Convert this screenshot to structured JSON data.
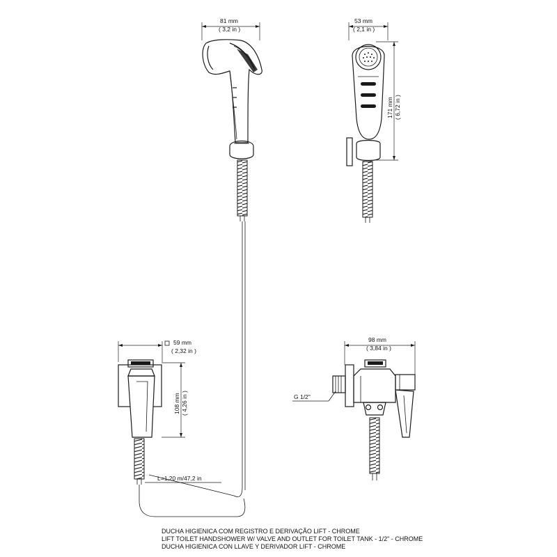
{
  "dimensions": {
    "top_left_width_mm": "81 mm",
    "top_left_width_in": "( 3,2 in )",
    "top_right_width_mm": "53 mm",
    "top_right_width_in": "( 2,1 in )",
    "top_right_height_mm": "171 mm",
    "top_right_height_in": "( 6,72 in )",
    "bottom_left_width_mm": "59 mm",
    "bottom_left_width_in": "( 2,32 in )",
    "bottom_left_height_mm": "108 mm",
    "bottom_left_height_in": "( 4,26 in )",
    "bottom_right_width_mm": "98 mm",
    "bottom_right_width_in": "( 3,84 in )",
    "thread_label": "G 1/2\"",
    "hose_length": "L=1,20 m/47,2 in"
  },
  "caption": {
    "line1": "DUCHA HIGIENICA COM REGISTRO E DERIVAÇÃO LIFT - CHROME",
    "line2": "LIFT TOILET HANDSHOWER W/ VALVE AND OUTLET FOR TOILET TANK - 1/2\" - CHROME",
    "line3": "DUCHA HIGIENICA CON LLAVE Y DERIVADOR LIFT - CHROME"
  },
  "colors": {
    "line": "#1a1a1a",
    "background": "#ffffff"
  }
}
